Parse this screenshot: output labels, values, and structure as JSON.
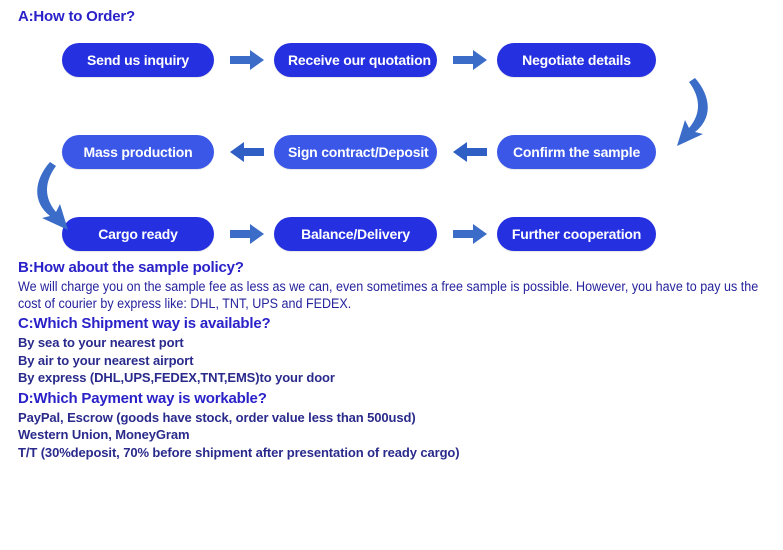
{
  "meta": {
    "accent_blue": "#2530e0",
    "pill_light_blue": "#3a57e8",
    "arrow_blue": "#3a6cc8",
    "heading_blue": "#2a22c8",
    "body_blue": "#26239c",
    "background": "#ffffff"
  },
  "sections": {
    "a": {
      "heading": "A:How to Order?",
      "flow": {
        "row1": [
          {
            "type": "pill",
            "label": "Send us inquiry"
          },
          {
            "type": "arrow",
            "icon": "arrow-right-icon"
          },
          {
            "type": "pill",
            "label": "Receive our quotation"
          },
          {
            "type": "arrow",
            "icon": "arrow-right-icon"
          },
          {
            "type": "pill",
            "label": "Negotiate details"
          }
        ],
        "row2": [
          {
            "type": "pill",
            "label": "Mass production"
          },
          {
            "type": "arrow",
            "icon": "arrow-left-icon"
          },
          {
            "type": "pill",
            "label": "Sign contract/Deposit"
          },
          {
            "type": "arrow",
            "icon": "arrow-left-icon"
          },
          {
            "type": "pill",
            "label": "Confirm the sample"
          }
        ],
        "row3": [
          {
            "type": "pill",
            "label": "Cargo ready"
          },
          {
            "type": "arrow",
            "icon": "arrow-right-icon"
          },
          {
            "type": "pill",
            "label": "Balance/Delivery"
          },
          {
            "type": "arrow",
            "icon": "arrow-right-icon"
          },
          {
            "type": "pill",
            "label": "Further cooperation"
          }
        ],
        "connectors": [
          {
            "icon": "curved-arrow-down-left-icon",
            "position": "right"
          },
          {
            "icon": "curved-arrow-down-right-icon",
            "position": "left"
          }
        ]
      }
    },
    "b": {
      "heading": "B:How about the sample policy?",
      "body": "We will charge you on the sample fee as less as we can, even sometimes a free sample is possible. However, you have to pay us the cost of courier by express like: DHL, TNT, UPS and FEDEX."
    },
    "c": {
      "heading": "C:Which Shipment way is available?",
      "lines": [
        "By sea to your nearest port",
        "By air to your nearest airport",
        "By express (DHL,UPS,FEDEX,TNT,EMS)to your door"
      ]
    },
    "d": {
      "heading": "D:Which Payment way is workable?",
      "lines": [
        "PayPal, Escrow (goods have stock, order value less than 500usd)",
        "Western Union, MoneyGram",
        "T/T (30%deposit, 70% before shipment after presentation of ready cargo)"
      ]
    }
  }
}
